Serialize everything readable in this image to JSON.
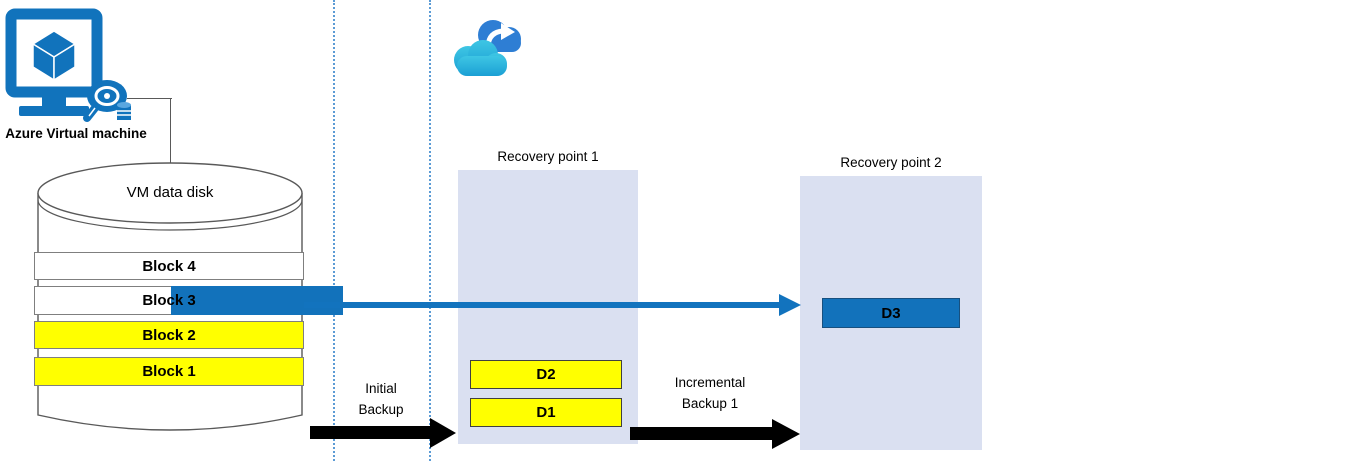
{
  "vm": {
    "label": "Azure Virtual machine"
  },
  "disk": {
    "title": "VM data disk",
    "blocks": [
      {
        "label": "Block 4",
        "fill": "#FFFFFF",
        "changed": false
      },
      {
        "label": "Block 3",
        "fill": "#FFFFFF",
        "changed": true
      },
      {
        "label": "Block 2",
        "fill": "#FFFF00",
        "changed": false
      },
      {
        "label": "Block 1",
        "fill": "#FFFF00",
        "changed": false
      }
    ]
  },
  "recovery_point_1": {
    "title": "Recovery point 1",
    "blocks": [
      {
        "label": "D2",
        "fill": "#FFFF00"
      },
      {
        "label": "D1",
        "fill": "#FFFF00"
      }
    ]
  },
  "recovery_point_2": {
    "title": "Recovery point 2",
    "blocks": [
      {
        "label": "D3",
        "fill": "#1272BB"
      }
    ]
  },
  "arrows": {
    "initial": {
      "line1": "Initial",
      "line2": "Backup"
    },
    "incremental": {
      "line1": "Incremental",
      "line2": "Backup 1"
    }
  },
  "icons": {
    "vm": "azure-virtual-machine-icon",
    "cloud": "azure-backup-cloud-sync-icon"
  },
  "colors": {
    "azure_blue": "#1173BC",
    "block_blue": "#1272BB",
    "arrow_blue": "#1273BE",
    "yellow": "#FFFF00",
    "recovery_panel": "#DAE0F1",
    "dotted_guide": "#5B9BD5",
    "back_cloud": "#2E7ED4",
    "front_cloud_top": "#3EC6E4",
    "front_cloud_bottom": "#1B9FD4",
    "arrow_black": "#000000"
  }
}
